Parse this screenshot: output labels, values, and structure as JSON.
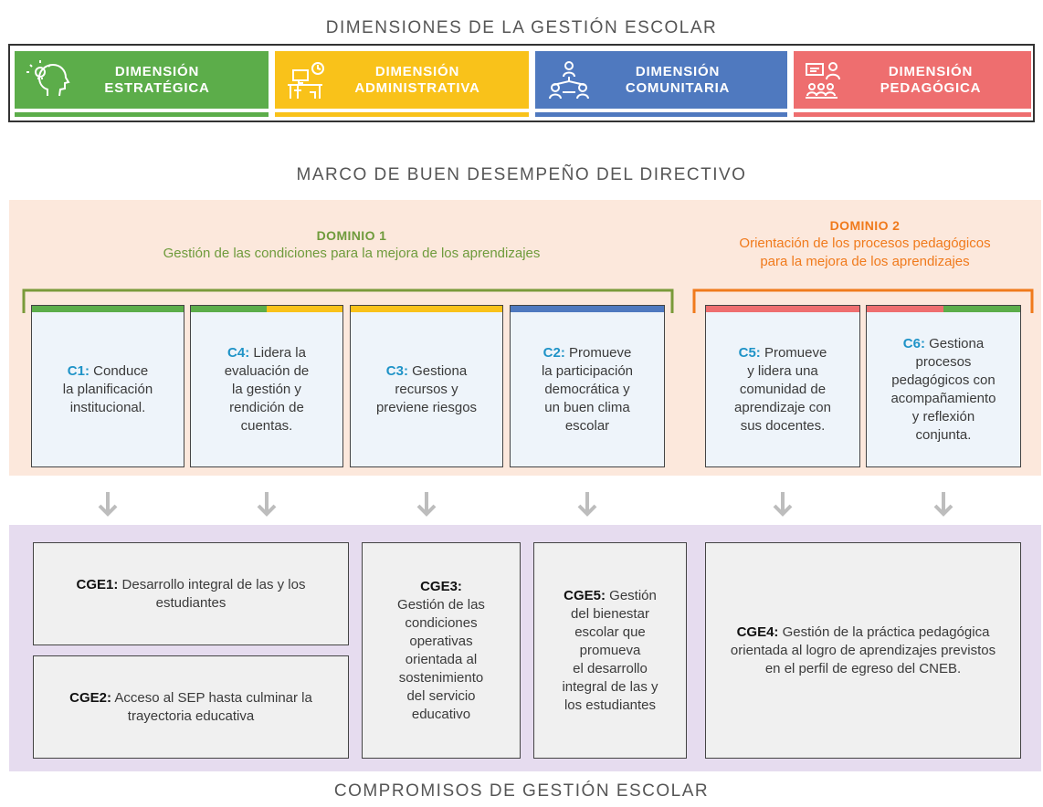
{
  "titles": {
    "dimensions": "DIMENSIONES DE LA GESTIÓN ESCOLAR",
    "framework": "MARCO DE BUEN DESEMPEÑO DEL DIRECTIVO",
    "commitments": "COMPROMISOS DE GESTIÓN ESCOLAR"
  },
  "dimensions": [
    {
      "line1": "DIMENSIÓN",
      "line2": "ESTRATÉGICA",
      "color": "#5cad4a",
      "icon": "lightbulb-head-icon"
    },
    {
      "line1": "DIMENSIÓN",
      "line2": "ADMINISTRATIVA",
      "color": "#f9c21a",
      "icon": "desk-computer-icon"
    },
    {
      "line1": "DIMENSIÓN",
      "line2": "COMUNITARIA",
      "color": "#4f79bf",
      "icon": "community-network-icon"
    },
    {
      "line1": "DIMENSIÓN",
      "line2": "PEDAGÓGICA",
      "color": "#ee6e6f",
      "icon": "teacher-classroom-icon"
    }
  ],
  "domains": [
    {
      "title": "DOMINIO 1",
      "subtitle": "Gestión de las condiciones para la mejora de los aprendizajes",
      "color": "#6f9b3c",
      "bracket_color": "#7a9a3a"
    },
    {
      "title": "DOMINIO 2",
      "subtitle_line1": "Orientación de los procesos pedagógicos",
      "subtitle_line2": "para la mejora de los aprendizajes",
      "color": "#f07a1c",
      "bracket_color": "#f07a1c"
    }
  ],
  "competencies": [
    {
      "code": "C1:",
      "lines": [
        "Conduce",
        "la planificación",
        "institucional."
      ]
    },
    {
      "code": "C4:",
      "lines": [
        "Lidera la",
        "evaluación de",
        "la gestión y",
        "rendición de",
        "cuentas."
      ]
    },
    {
      "code": "C3:",
      "lines": [
        "Gestiona",
        "recursos y",
        "previene riesgos"
      ]
    },
    {
      "code": "C2:",
      "lines": [
        "Promueve",
        "la participación",
        "democrática y",
        "un buen clima",
        "escolar"
      ]
    },
    {
      "code": "C5:",
      "lines": [
        "Promueve",
        "y lidera una",
        "comunidad de",
        "aprendizaje con",
        "sus docentes."
      ]
    },
    {
      "code": "C6:",
      "lines": [
        "Gestiona",
        "procesos",
        "pedagógicos con",
        "acompañamiento",
        "y reflexión",
        "conjunta."
      ]
    }
  ],
  "commitments": [
    {
      "code": "CGE1:",
      "text": "Desarrollo integral de las y los estudiantes"
    },
    {
      "code": "CGE2:",
      "text": "Acceso al SEP hasta culminar la trayectoria educativa"
    },
    {
      "code": "CGE3:",
      "lines": [
        "Gestión de las",
        "condiciones",
        "operativas",
        "orientada al",
        "sostenimiento",
        "del servicio",
        "educativo"
      ]
    },
    {
      "code": "CGE5:",
      "lines": [
        "Gestión",
        "del bienestar",
        "escolar que",
        "promueva",
        "el desarrollo",
        "integral de las y",
        "los estudiantes"
      ]
    },
    {
      "code": "CGE4:",
      "text": "Gestión de la práctica pedagógica orientada al logro de aprendizajes previstos en el perfil de egreso del CNEB."
    }
  ],
  "colors": {
    "green": "#5cad4a",
    "yellow": "#f9c21a",
    "blue": "#4f79bf",
    "red": "#ee6e6f",
    "peach_bg": "#fce8dc",
    "lilac_bg": "#e6dcef",
    "code_blue": "#1f93c7"
  }
}
